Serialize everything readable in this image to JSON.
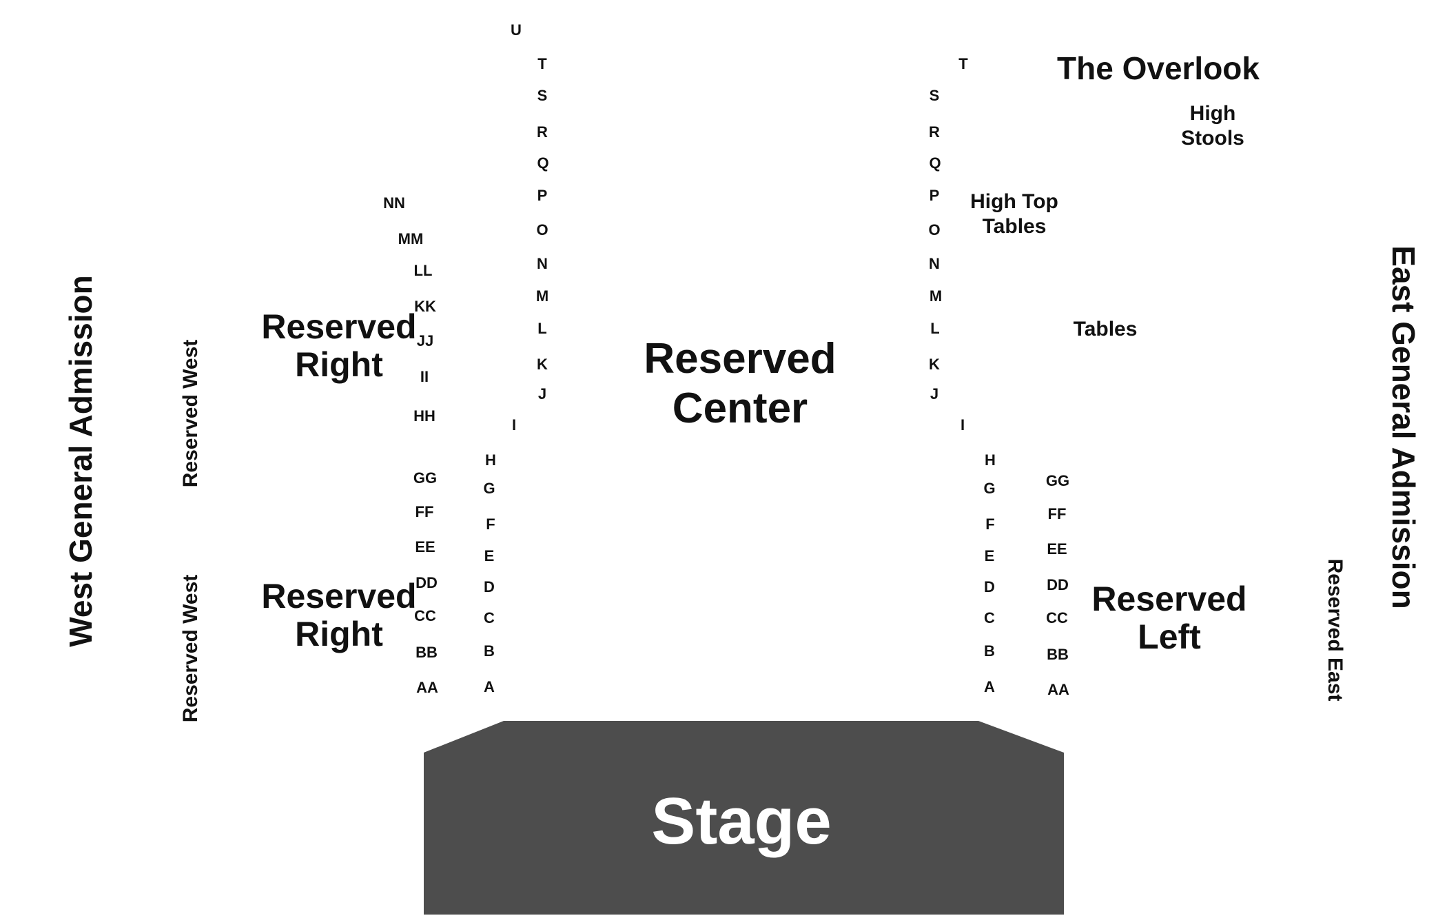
{
  "colors": {
    "stage_fill": "#4d4d4d",
    "text": "#111111",
    "stage_text": "#ffffff",
    "background": "#ffffff"
  },
  "stage": {
    "label": "Stage"
  },
  "sections": {
    "reserved_center": "Reserved\nCenter",
    "reserved_right_upper": "Reserved\nRight",
    "reserved_right_lower": "Reserved\nRight",
    "reserved_left": "Reserved\nLeft",
    "the_overlook": "The Overlook",
    "high_stools": "High\nStools",
    "high_top_tables": "High Top\nTables",
    "tables": "Tables",
    "west_general_admission": "West General Admission",
    "east_general_admission": "East General Admission",
    "reserved_west_upper": "Reserved West",
    "reserved_west_lower": "Reserved West",
    "reserved_east": "Reserved East"
  },
  "rows": {
    "west_aisle": [
      "U",
      "T",
      "S",
      "R",
      "Q",
      "P",
      "O",
      "N",
      "M",
      "L",
      "K",
      "J",
      "I",
      "H",
      "G",
      "F",
      "E",
      "D",
      "C",
      "B",
      "A"
    ],
    "east_aisle": [
      "T",
      "S",
      "R",
      "Q",
      "P",
      "O",
      "N",
      "M",
      "L",
      "K",
      "J",
      "I",
      "H",
      "G",
      "F",
      "E",
      "D",
      "C",
      "B",
      "A"
    ],
    "west_double": [
      "NN",
      "MM",
      "LL",
      "KK",
      "JJ",
      "II",
      "HH",
      "GG",
      "FF",
      "EE",
      "DD",
      "CC",
      "BB",
      "AA"
    ],
    "east_double": [
      "GG",
      "FF",
      "EE",
      "DD",
      "CC",
      "BB",
      "AA"
    ]
  }
}
